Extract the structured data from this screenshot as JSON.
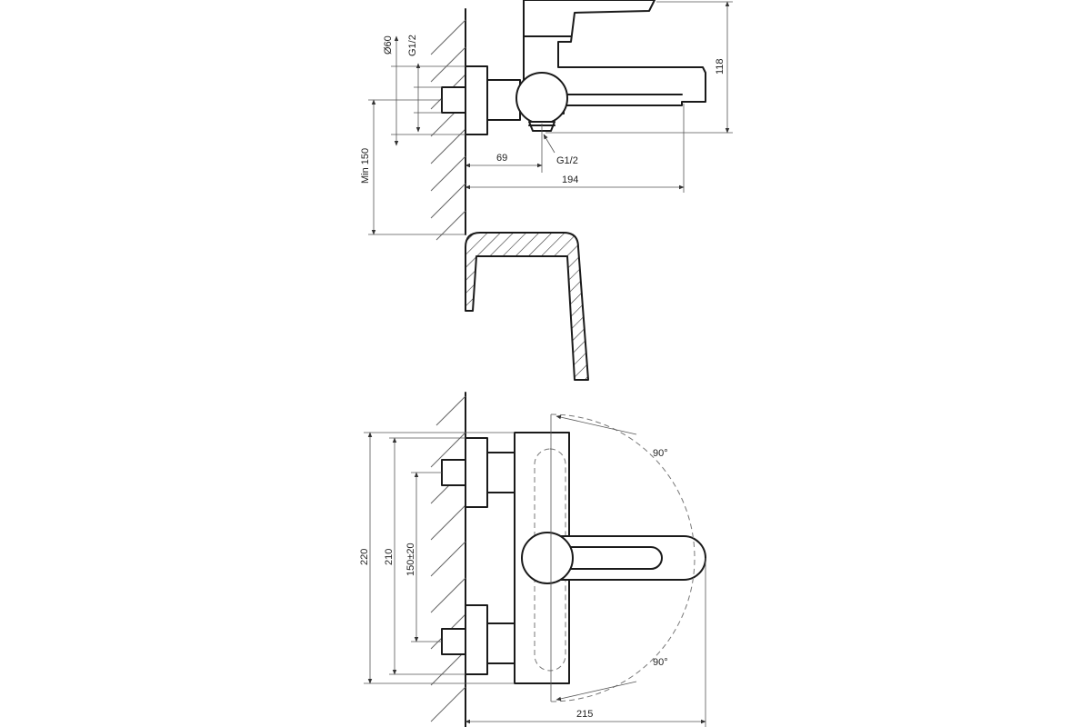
{
  "dimensions": {
    "side_view": {
      "diameter_label": "Ø60",
      "thread_inlet_label": "G1/2",
      "thread_outlet_label": "G1/2",
      "min_height_label": "Min 150",
      "height_label": "118",
      "offset_label": "69",
      "depth_label": "194"
    },
    "top_view": {
      "rotation_upper_label": "90°",
      "rotation_lower_label": "90°",
      "overall_width_label": "220",
      "body_width_label": "210",
      "inlet_spacing_label": "150±20",
      "projection_label": "215"
    }
  }
}
